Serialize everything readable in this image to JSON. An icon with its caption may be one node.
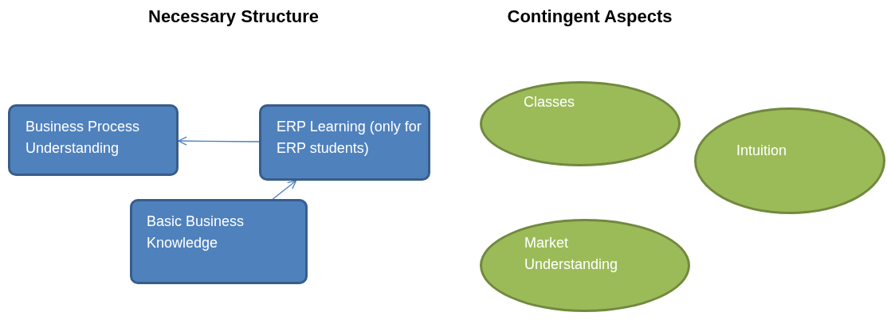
{
  "diagram": {
    "nodes": [
      {
        "text": [
          "Business Process Understanding"
        ]
      },
      {
        "text": [
          "ERP Learning (only for ERP students)"
        ]
      },
      {
        "text": [
          "Basic Business Knowledge"
        ]
      },
      {
        "text": [
          "Classes"
        ]
      },
      {
        "text": [
          "Intuition"
        ]
      },
      {
        "text": [
          "Market Understanding"
        ]
      }
    ],
    "edges": [
      {
        "from": 1,
        "to": 0,
        "arrow": "to"
      },
      {
        "from": 2,
        "to": 1,
        "arrow": "to"
      }
    ],
    "labels": [
      "Necessary Structure",
      "Contingent Aspects"
    ]
  }
}
